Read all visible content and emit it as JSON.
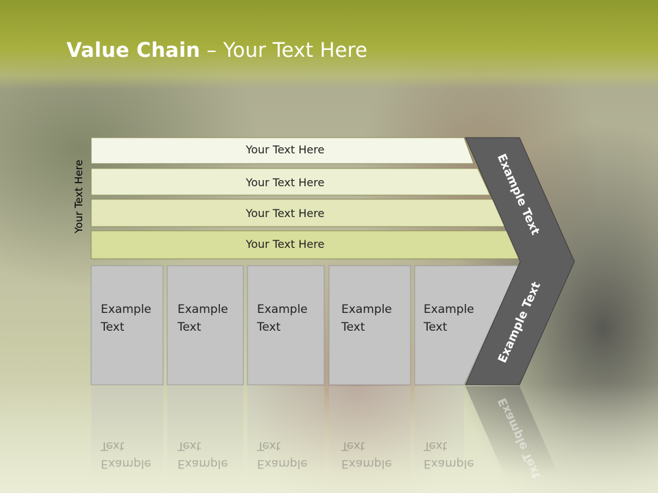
{
  "title": {
    "bold": "Value Chain",
    "rest": " – Your Text Here"
  },
  "side_label": "Your Text Here",
  "bars": [
    {
      "label": "Your Text Here",
      "color": "#f4f6e8"
    },
    {
      "label": "Your Text Here",
      "color": "#edf0d3"
    },
    {
      "label": "Your Text Here",
      "color": "#e3e7b9"
    },
    {
      "label": "Your Text Here",
      "color": "#d8de9c"
    }
  ],
  "boxes": [
    {
      "line1": "Example",
      "line2": "Text"
    },
    {
      "line1": "Example",
      "line2": "Text"
    },
    {
      "line1": "Example",
      "line2": "Text"
    },
    {
      "line1": "Example",
      "line2": "Text"
    },
    {
      "line1": "Example",
      "line2": "Text"
    }
  ],
  "chevron": {
    "top_label": "Example Text",
    "bottom_label": "Example Text",
    "bottom_reflection_label": "Example Text"
  },
  "colors": {
    "title_band": "#a8b03f",
    "box_fill": "#c4c4c4",
    "chevron_fill": "#5e5e5e",
    "bar_stroke": "#8c8c5a"
  }
}
